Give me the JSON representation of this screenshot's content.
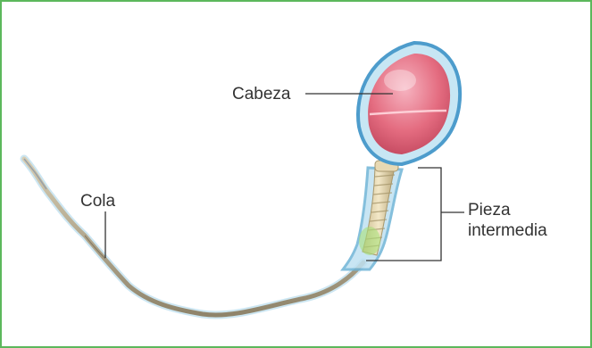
{
  "labels": {
    "head": "Cabeza",
    "tail": "Cola",
    "midpiece_line1": "Pieza",
    "midpiece_line2": "intermedia"
  },
  "colors": {
    "frame_border": "#5cb85c",
    "head_fill": "#e46c80",
    "membrane": "#6fb4d6",
    "midpiece": "#e8d9b3",
    "midpiece_glow": "#a8e07a",
    "tail": "#b5a98f",
    "leader_lines": "#333333"
  }
}
